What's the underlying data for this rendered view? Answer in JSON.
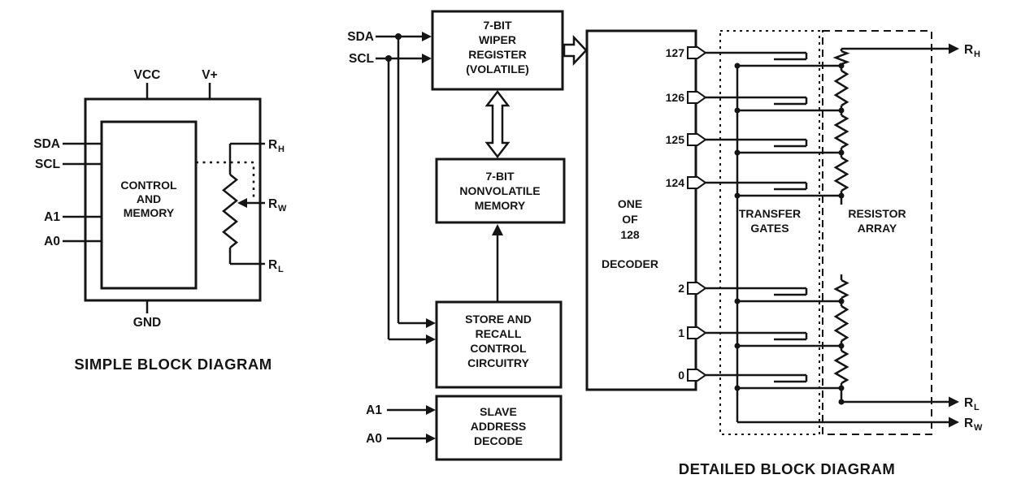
{
  "colors": {
    "ink": "#151515",
    "background": "#ffffff"
  },
  "simple": {
    "caption": "SIMPLE BLOCK DIAGRAM",
    "core": [
      "CONTROL",
      "AND",
      "MEMORY"
    ],
    "pins": {
      "vcc": "VCC",
      "vplus": "V+",
      "sda": "SDA",
      "scl": "SCL",
      "a1": "A1",
      "a0": "A0",
      "gnd": "GND",
      "rh": "R",
      "rh_sub": "H",
      "rw": "R",
      "rw_sub": "W",
      "rl": "R",
      "rl_sub": "L"
    }
  },
  "detailed": {
    "caption": "DETAILED BLOCK DIAGRAM",
    "wiper_register": [
      "7-BIT",
      "WIPER",
      "REGISTER",
      "(VOLATILE)"
    ],
    "nonvolatile_memory": [
      "7-BIT",
      "NONVOLATILE",
      "MEMORY"
    ],
    "store_recall": [
      "STORE AND",
      "RECALL",
      "CONTROL",
      "CIRCUITRY"
    ],
    "slave_address": [
      "SLAVE",
      "ADDRESS",
      "DECODE"
    ],
    "decoder": [
      "ONE",
      "OF",
      "128",
      "DECODER"
    ],
    "transfer_gates": [
      "TRANSFER",
      "GATES"
    ],
    "resistor_array": [
      "RESISTOR",
      "ARRAY"
    ],
    "taps": [
      "127",
      "126",
      "125",
      "124",
      "2",
      "1",
      "0"
    ],
    "pins": {
      "sda": "SDA",
      "scl": "SCL",
      "a1": "A1",
      "a0": "A0",
      "rh": "R",
      "rh_sub": "H",
      "rl": "R",
      "rl_sub": "L",
      "rw": "R",
      "rw_sub": "W"
    }
  }
}
